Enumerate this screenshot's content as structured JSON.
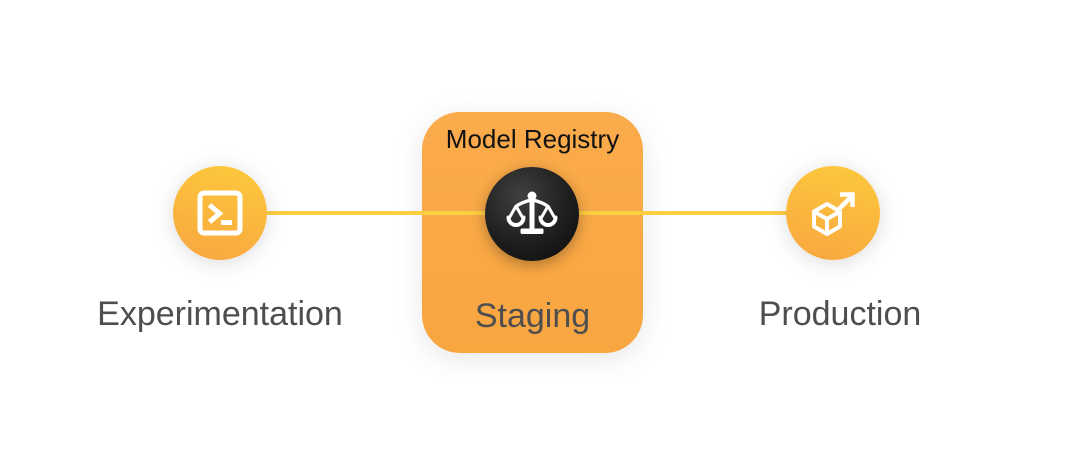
{
  "diagram": {
    "title": "Model Registry",
    "stages": [
      {
        "label": "Experimentation",
        "icon": "terminal-icon"
      },
      {
        "label": "Staging",
        "icon": "balance-scale-icon"
      },
      {
        "label": "Production",
        "icon": "cube-deploy-icon"
      }
    ],
    "colors": {
      "connector": "#FCCE41",
      "card": "#F9A845",
      "circle_gradient_top": "#FDC83C",
      "circle_gradient_bottom": "#F8A840",
      "badge_background": "#1E1E1E",
      "icon_foreground": "#FFFFFF",
      "stage_label_text": "#4E4E50",
      "card_title_text": "#121212",
      "page_background": "#FFFFFF"
    }
  }
}
